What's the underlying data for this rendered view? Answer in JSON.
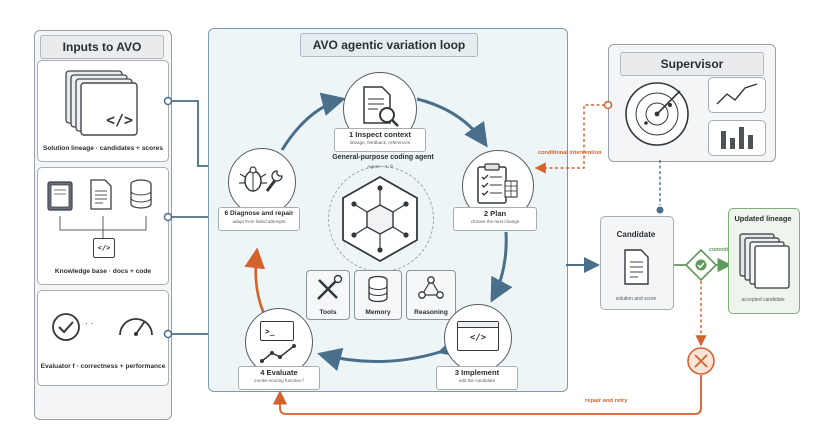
{
  "inputs": {
    "title": "Inputs to AVO",
    "lineage_caption": "Solution lineage · candidates + scores",
    "knowledge_caption": "Knowledge base · docs + code",
    "evaluator_caption": "Evaluator  f · correctness + performance",
    "code_glyph": "</>",
    "dots": "· ·"
  },
  "loop": {
    "title": "AVO agentic variation loop",
    "center_label": "General-purpose coding agent",
    "center_sub": "Agent · π, θ",
    "steps": [
      {
        "title": "1  Inspect context",
        "sub": "lineage, feedback, references"
      },
      {
        "title": "2  Plan",
        "sub": "choose the next change"
      },
      {
        "title": "3  Implement",
        "sub": "edit the candidate"
      },
      {
        "title": "4  Evaluate",
        "sub": "invoke scoring function  f"
      },
      {
        "title": "6  Diagnose and repair",
        "sub": "adapt from failed attempts"
      }
    ],
    "tools": [
      {
        "name": "Tools",
        "icon": "wrench-screwdriver-icon"
      },
      {
        "name": "Memory",
        "icon": "database-icon"
      },
      {
        "name": "Reasoning",
        "icon": "graph-nodes-icon"
      }
    ],
    "code_glyph": "</>",
    "prompt_glyph": ">_"
  },
  "supervisor": {
    "title": "Supervisor",
    "intervention_label": "conditional intervention"
  },
  "candidate": {
    "title": "Candidate",
    "sub": "solution and score"
  },
  "lineage": {
    "title": "Updated lineage",
    "sub": "accepted candidate",
    "commit_label": "commit"
  },
  "repair_label": "repair and retry",
  "colors": {
    "accent_blue": "#4a6f8a",
    "accent_orange": "#d3622d",
    "accent_green": "#5f9a5a",
    "panel_bg": "#f4f5f6",
    "loop_bg": "#eef5f7"
  }
}
